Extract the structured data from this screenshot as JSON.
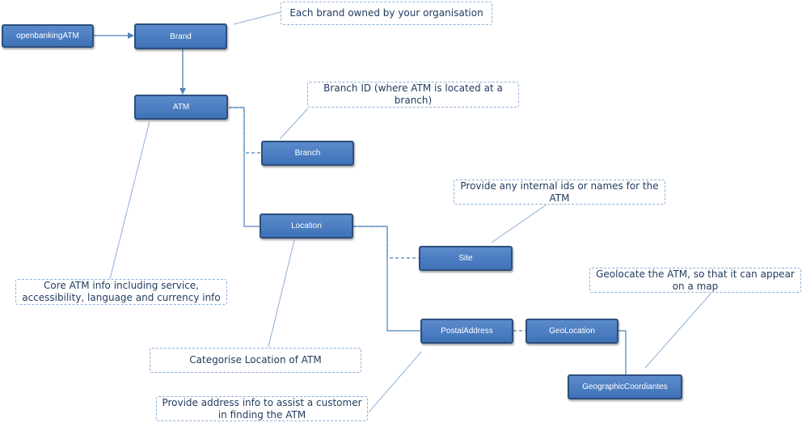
{
  "nodes": {
    "openbanking_atm": "openbankingATM",
    "brand": "Brand",
    "atm": "ATM",
    "branch": "Branch",
    "location": "Location",
    "site": "Site",
    "postal_address": "PostalAddress",
    "geo_location": "GeoLocation",
    "geographic_coordinates": "GeographicCoordiantes"
  },
  "notes": {
    "brand": "Each brand owned by your organisation",
    "branch": "Branch ID (where ATM is located at a branch)",
    "site": "Provide any internal ids or names for the ATM",
    "geolocation": "Geolocate the ATM, so that it can appear on a map",
    "atm": "Core ATM  info including service, accessibility, language and currency info",
    "location": "Categorise Location of ATM",
    "postal_address": "Provide address info to assist a customer in finding the ATM"
  },
  "colors": {
    "node_fill": "#4f81bd",
    "node_border": "#2c4f7c",
    "node_text": "#ffffff",
    "connector": "#4f81bd",
    "note_border": "#8fb0d6",
    "note_text": "#1f3a5f"
  }
}
